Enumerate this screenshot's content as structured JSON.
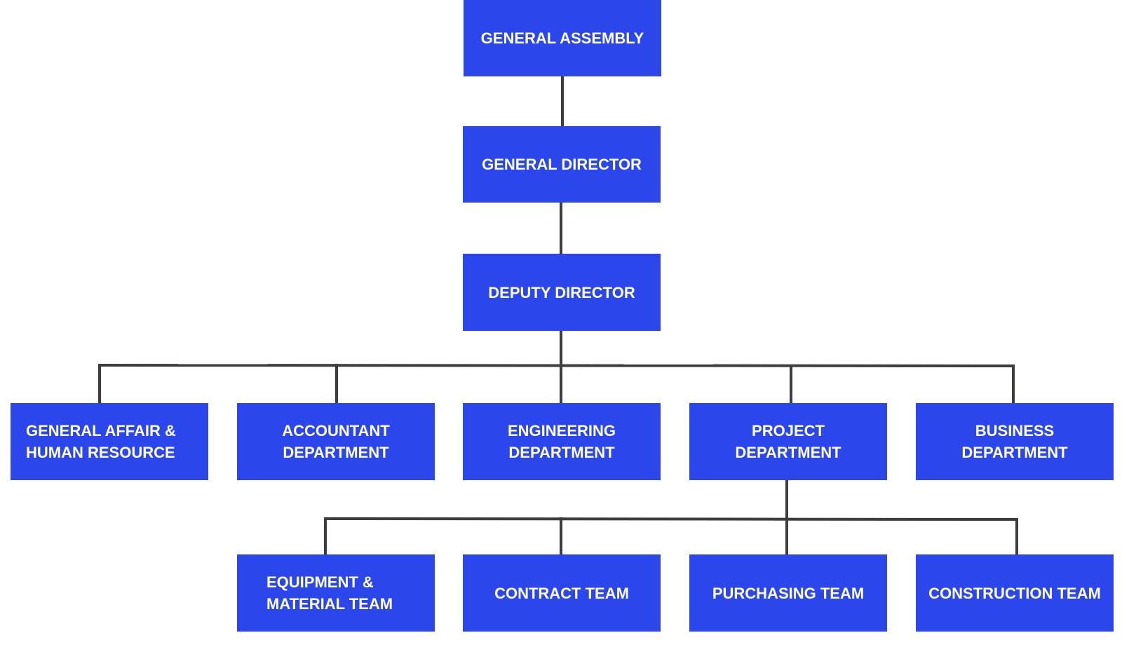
{
  "org_chart": {
    "nodes": {
      "general_assembly": "GENERAL ASSEMBLY",
      "general_director": "GENERAL DIRECTOR",
      "deputy_director": "DEPUTY DIRECTOR",
      "general_affair": "GENERAL AFFAIR &\nHUMAN RESOURCE",
      "accountant": "ACCOUNTANT\nDEPARTMENT",
      "engineering": "ENGINEERING\nDEPARTMENT",
      "project": "PROJECT\nDEPARTMENT",
      "business": "BUSINESS\nDEPARTMENT",
      "equipment": "EQUIPMENT &\nMATERIAL TEAM",
      "contract": "CONTRACT TEAM",
      "purchasing": "PURCHASING TEAM",
      "construction": "CONSTRUCTION TEAM"
    },
    "edges": [
      [
        "general_assembly",
        "general_director"
      ],
      [
        "general_director",
        "deputy_director"
      ],
      [
        "deputy_director",
        "general_affair"
      ],
      [
        "deputy_director",
        "accountant"
      ],
      [
        "deputy_director",
        "engineering"
      ],
      [
        "deputy_director",
        "project"
      ],
      [
        "deputy_director",
        "business"
      ],
      [
        "project",
        "equipment"
      ],
      [
        "project",
        "contract"
      ],
      [
        "project",
        "purchasing"
      ],
      [
        "project",
        "construction"
      ]
    ],
    "colors": {
      "box_fill": "#2b46ea",
      "box_text": "#ffffff",
      "connector": "#3d3d3d"
    }
  }
}
